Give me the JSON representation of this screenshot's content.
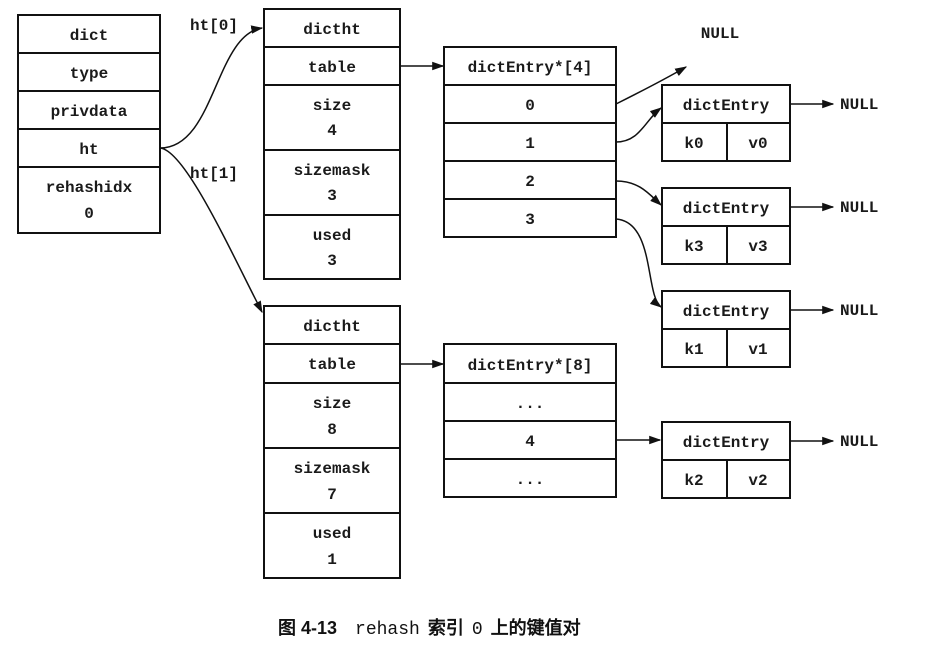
{
  "dict": {
    "title": "dict",
    "fields": [
      "type",
      "privdata",
      "ht"
    ],
    "rehashidx_label": "rehashidx",
    "rehashidx_value": "0"
  },
  "pointer_labels": {
    "ht0": "ht[0]",
    "ht1": "ht[1]"
  },
  "ht0": {
    "title": "dictht",
    "table": "table",
    "size_label": "size",
    "size_value": "4",
    "sizemask_label": "sizemask",
    "sizemask_value": "3",
    "used_label": "used",
    "used_value": "3",
    "array_title": "dictEntry*[4]",
    "slots": [
      "0",
      "1",
      "2",
      "3"
    ]
  },
  "ht1": {
    "title": "dictht",
    "table": "table",
    "size_label": "size",
    "size_value": "8",
    "sizemask_label": "sizemask",
    "sizemask_value": "7",
    "used_label": "used",
    "used_value": "1",
    "array_title": "dictEntry*[8]",
    "slots": [
      "...",
      "4",
      "..."
    ]
  },
  "entries": [
    {
      "title": "dictEntry",
      "key": "k0",
      "value": "v0",
      "next": "NULL"
    },
    {
      "title": "dictEntry",
      "key": "k3",
      "value": "v3",
      "next": "NULL"
    },
    {
      "title": "dictEntry",
      "key": "k1",
      "value": "v1",
      "next": "NULL"
    },
    {
      "title": "dictEntry",
      "key": "k2",
      "value": "v2",
      "next": "NULL"
    }
  ],
  "slot0_null": "NULL",
  "caption": {
    "figure": "图 4-13",
    "word": "rehash",
    "text_cn1": "索引",
    "index": "0",
    "text_cn2": "上的键值对"
  }
}
